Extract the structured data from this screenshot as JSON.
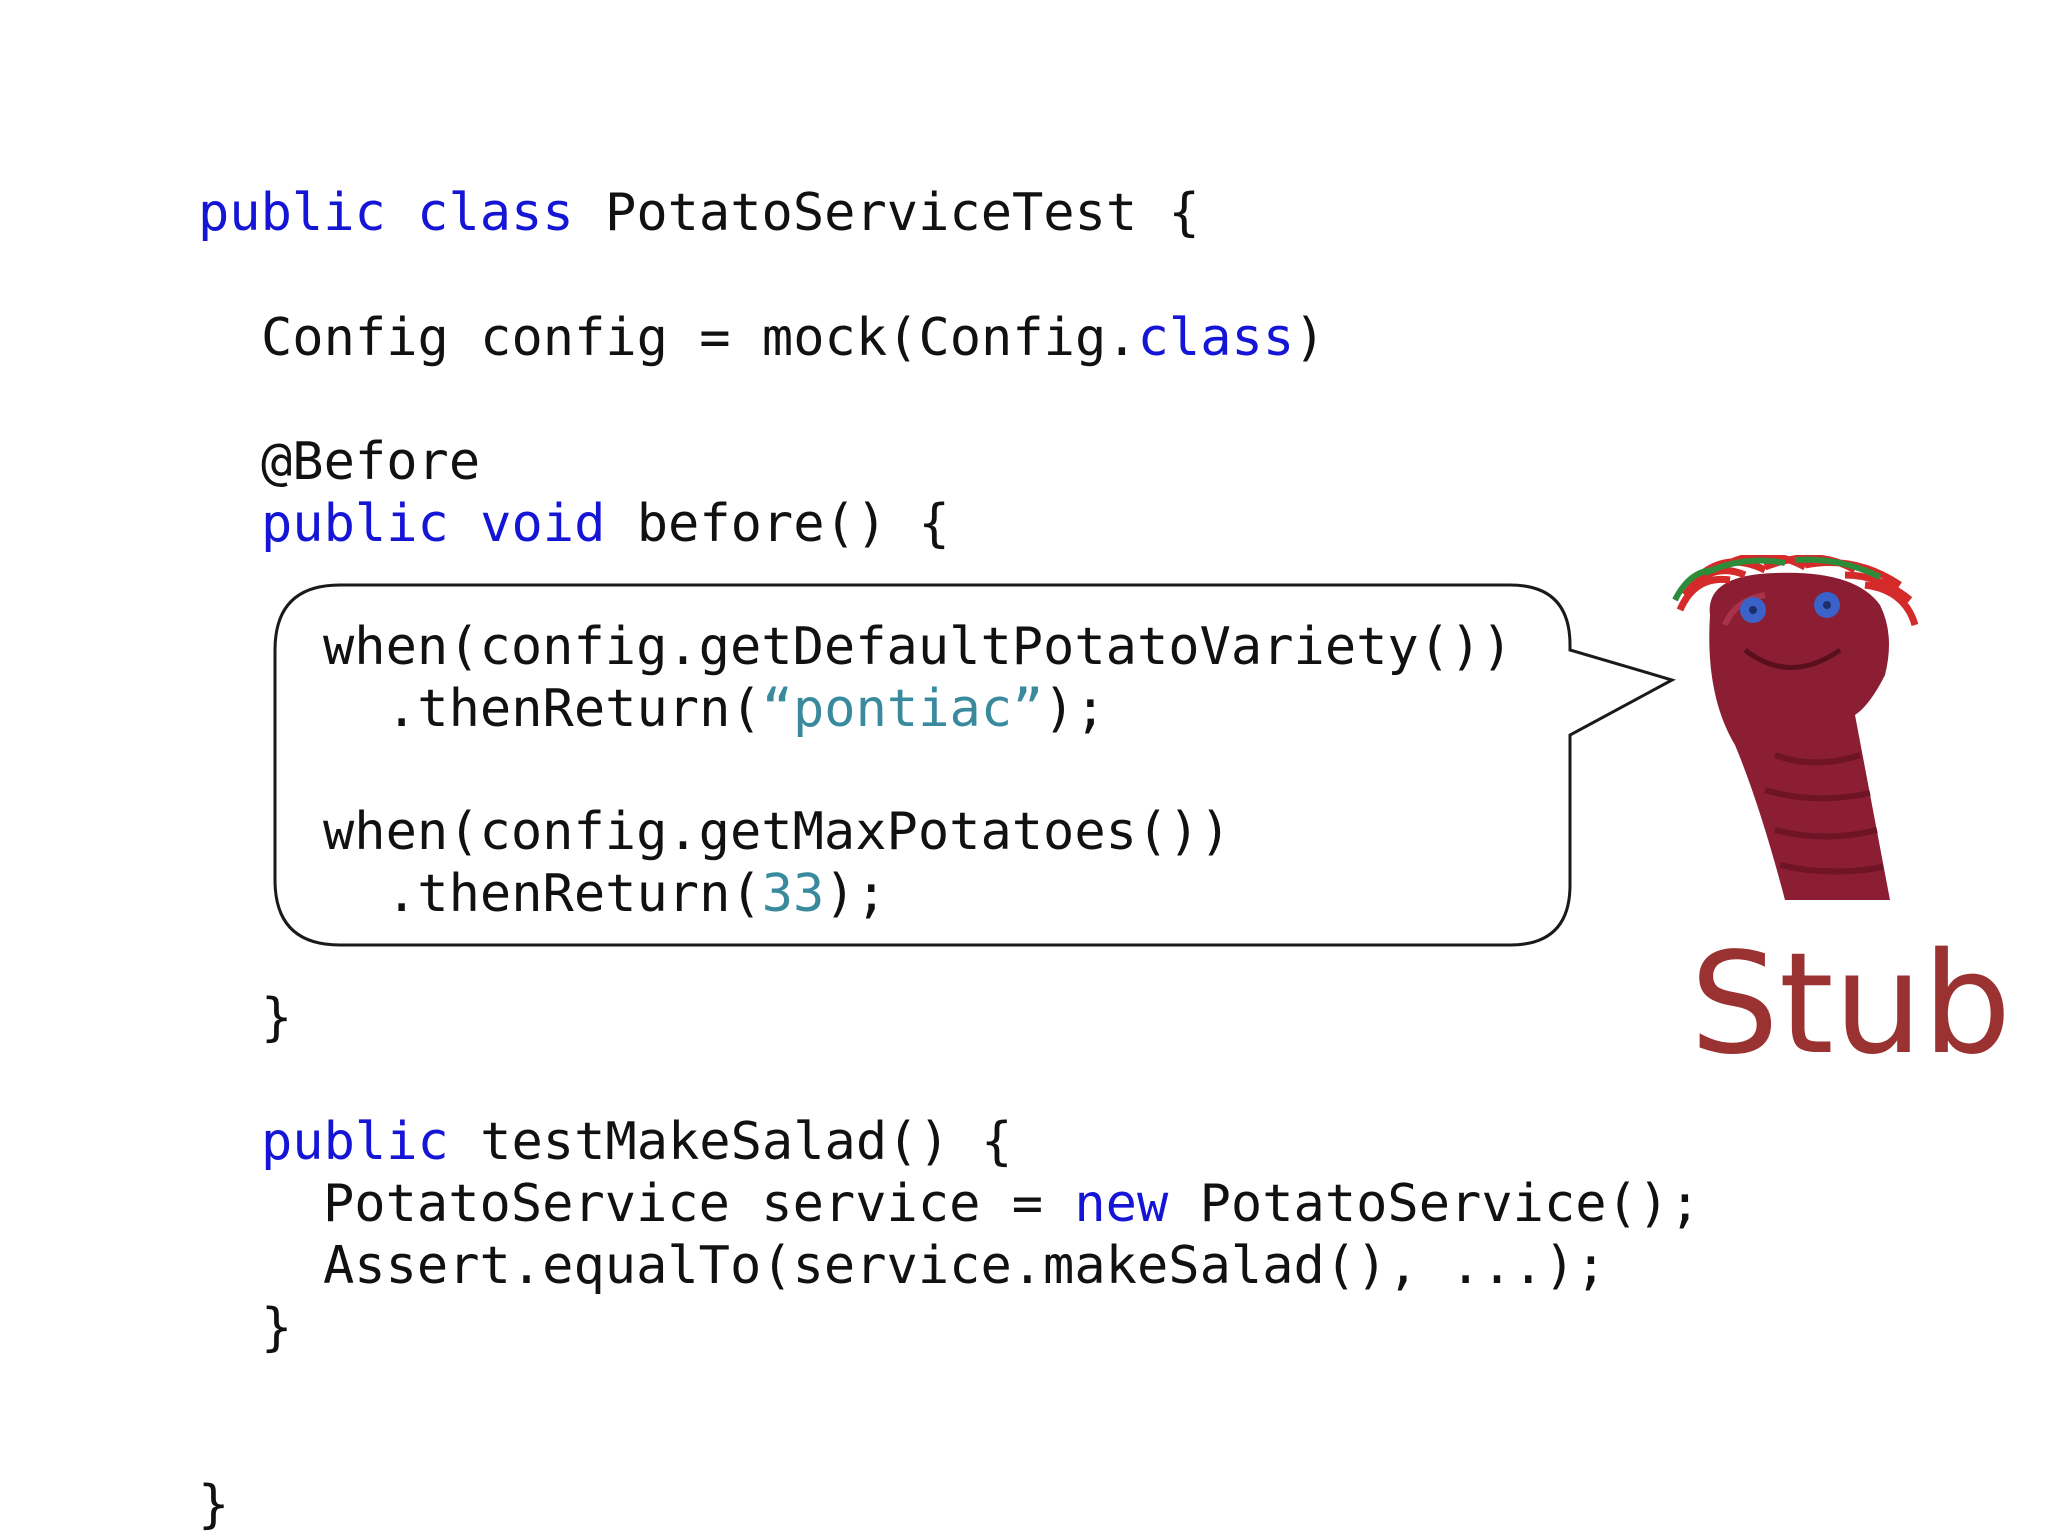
{
  "code": {
    "class_decl": {
      "kw1": "public",
      "kw2": "class",
      "rest": "PotatoServiceTest {"
    },
    "config_line": {
      "pre": "Config config = mock(Config.",
      "kw": "class",
      "post": ")"
    },
    "annotation": "@Before",
    "before_decl": {
      "kw1": "public",
      "kw2": "void",
      "rest": "before() {"
    },
    "stub1_line1": "when(config.getDefaultPotatoVariety())",
    "stub1_line2": {
      "pre": ".thenReturn(",
      "lit": "“pontiac”",
      "post": ");"
    },
    "stub2_line1": "when(config.getMaxPotatoes())",
    "stub2_line2": {
      "pre": ".thenReturn(",
      "lit": "33",
      "post": ");"
    },
    "before_close": "}",
    "test_decl": {
      "kw": "public",
      "rest": "testMakeSalad() {"
    },
    "service_line": {
      "pre": "PotatoService service = ",
      "kw": "new",
      "post": "PotatoService();"
    },
    "assert_line": "Assert.equalTo(service.makeSalad(), ...);",
    "test_close": "}",
    "class_close": "}"
  },
  "stub_label": "Stub",
  "colors": {
    "keyword": "#1515d6",
    "literal": "#3a8a9e",
    "stub_label": "#9b3232",
    "text": "#111111"
  },
  "icons": {
    "puppet": "sock-puppet-icon"
  }
}
